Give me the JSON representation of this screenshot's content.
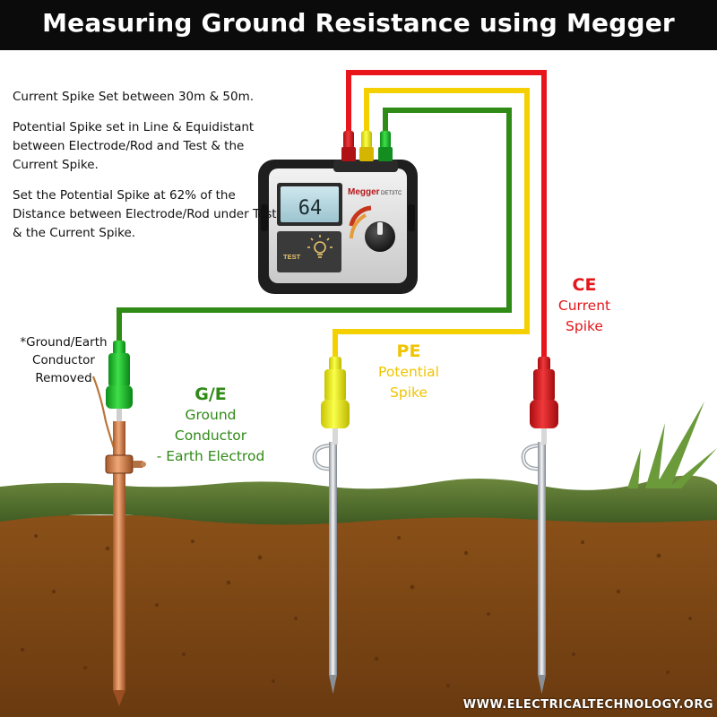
{
  "title": "Measuring Ground Resistance using Megger",
  "notes": [
    "Current Spike Set between 30m & 50m.",
    "Potential Spike set in Line & Equidistant between Electrode/Rod and Test & the Current Spike.",
    "Set the Potential Spike at 62% of the Distance between Electrode/Rod under Test & the Current Spike."
  ],
  "meter": {
    "brand": "Megger",
    "model": "DET3TC",
    "reading": "64",
    "test_label": "TEST"
  },
  "labels": {
    "ce": {
      "code": "CE",
      "line1": "Current",
      "line2": "Spike"
    },
    "pe": {
      "code": "PE",
      "line1": "Potential",
      "line2": "Spike"
    },
    "ge": {
      "code": "G/E",
      "line1": "Ground",
      "line2": "Conductor",
      "line3": "- Earth Electrod"
    }
  },
  "conductor_note": {
    "line1": "*Ground/Earth",
    "line2": "Conductor",
    "line3": "Removed"
  },
  "watermark": "WWW.ELECTRICALTECHNOLOGY.ORG",
  "colors": {
    "red_lead": "#e8161b",
    "yellow_lead": "#f5d000",
    "green_lead": "#2f8a16",
    "soil": "#7a4413",
    "grass": "#4e6d2c",
    "title_bg": "#0b0b0b"
  },
  "icons": [
    "bulb-icon",
    "grass-icon",
    "rotary-dial-icon"
  ]
}
